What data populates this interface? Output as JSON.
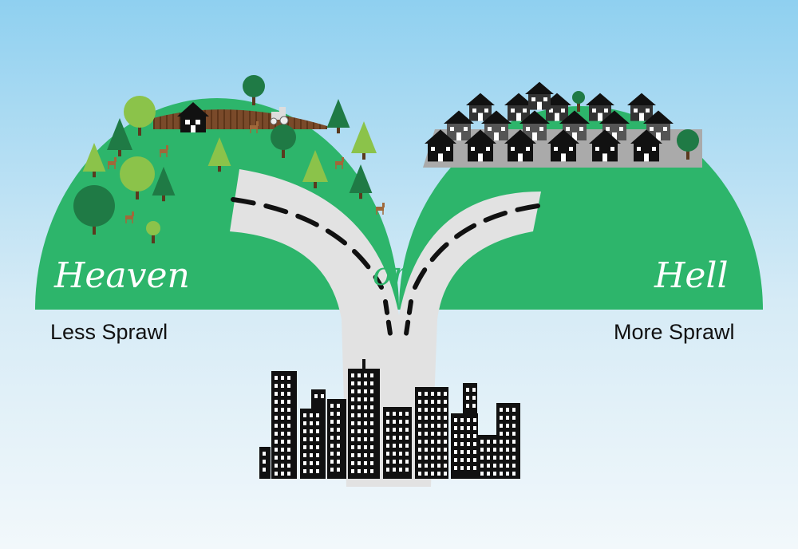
{
  "left_hill": {
    "label": "Heaven",
    "caption": "Less Sprawl"
  },
  "right_hill": {
    "label": "Hell",
    "caption": "More Sprawl"
  },
  "fork": {
    "label": "or"
  },
  "colors": {
    "sky_top": "#8fd0f0",
    "sky_bottom": "#eef6fb",
    "hill_green": "#2db56b",
    "road_gray": "#e2e2e2",
    "label_white": "#ffffff",
    "or_green": "#2db56b",
    "building_black": "#111111"
  }
}
